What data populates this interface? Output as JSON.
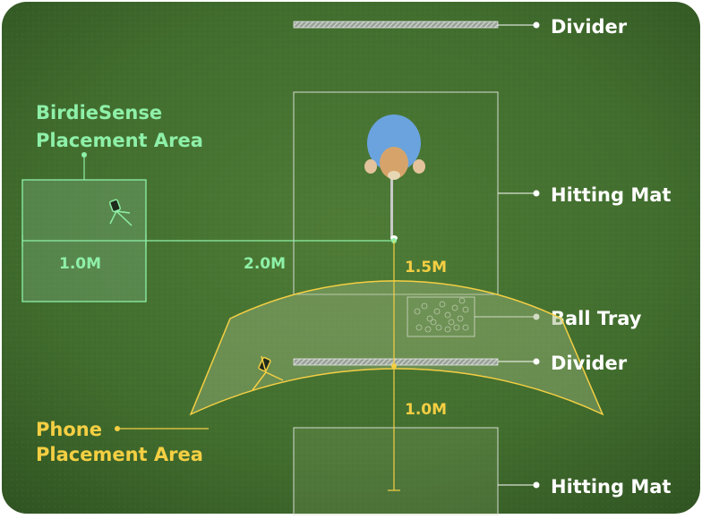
{
  "labels": {
    "divider_top": "Divider",
    "hitting_mat_top": "Hitting Mat",
    "ball_tray": "Ball Tray",
    "divider_mid": "Divider",
    "hitting_mat_bottom": "Hitting Mat",
    "birdiesense_line1": "BirdieSense",
    "birdiesense_line2": "Placement Area",
    "phone_line1": "Phone",
    "phone_line2": "Placement Area"
  },
  "measurements": {
    "width_1": "1.0M",
    "distance_2": "2.0M",
    "distance_1_5": "1.5M",
    "distance_1": "1.0M"
  },
  "colors": {
    "turf": "#3f6a2c",
    "green_accent": "#7ff0a0",
    "yellow_accent": "#f5cf43",
    "white": "#ffffff"
  }
}
